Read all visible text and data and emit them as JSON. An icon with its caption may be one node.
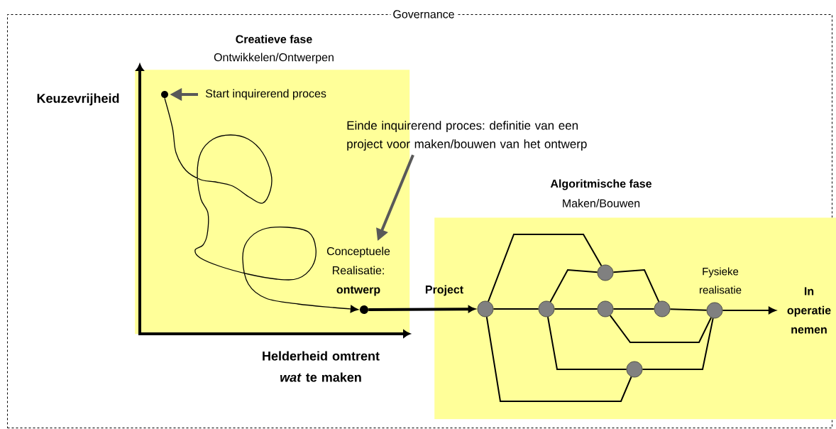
{
  "diagram": {
    "nodes": [
      {
        "text": [
          "Governance"
        ]
      },
      {
        "text": [
          "Creatieve fase",
          "Ontwikkelen/Ontwerpen"
        ],
        "in": 0
      },
      {
        "text": [],
        "shape": "circle",
        "in": 1
      },
      {
        "text": [
          "Start inquirerend proces"
        ],
        "in": 1
      },
      {
        "text": [],
        "shape": "circle",
        "in": 1
      },
      {
        "text": [
          "Einde inquirerend proces: definitie van een project voor maken/bouwen van het ontwerp"
        ],
        "in": 0
      },
      {
        "text": [
          "Conceptuele Realisatie: **ontwerp**"
        ],
        "in": 1
      },
      {
        "text": [
          "Algoritmische fase",
          "Maken/Bouwen"
        ],
        "in": 0
      },
      {
        "text": [],
        "shape": "circle",
        "in": 7
      },
      {
        "text": [],
        "shape": "circle",
        "in": 7
      },
      {
        "text": [],
        "shape": "circle",
        "in": 7
      },
      {
        "text": [],
        "shape": "circle",
        "in": 7
      },
      {
        "text": [],
        "shape": "circle",
        "in": 7,
        "beside": [
          "Fysieke realisatie"
        ]
      },
      {
        "text": [],
        "shape": "circle",
        "in": 7
      },
      {
        "text": [],
        "shape": "circle",
        "in": 7
      },
      {
        "text": [
          "In operatie nemen"
        ],
        "in": 7
      }
    ],
    "edges": [
      {
        "from": 3,
        "to": 2,
        "arrow": "to",
        "style": "thick",
        "color": "#595959"
      },
      {
        "from": 2,
        "to": 4,
        "arrow": "to"
      },
      {
        "from": 5,
        "to": 6,
        "arrow": "to",
        "style": "thick",
        "color": "#595959"
      },
      {
        "from": 4,
        "to": 8,
        "arrow": "to",
        "label": "Project",
        "style": "thick"
      },
      {
        "from": 8,
        "to": 9,
        "arrow": "none"
      },
      {
        "from": 9,
        "to": 10,
        "arrow": "none"
      },
      {
        "from": 10,
        "to": 11,
        "arrow": "none"
      },
      {
        "from": 11,
        "to": 12,
        "arrow": "none"
      },
      {
        "from": 12,
        "to": 15,
        "arrow": "to"
      },
      {
        "from": 8,
        "to": 13,
        "arrow": "none"
      },
      {
        "from": 9,
        "to": 13,
        "arrow": "none"
      },
      {
        "from": 13,
        "to": 11,
        "arrow": "none"
      },
      {
        "from": 10,
        "to": 12,
        "arrow": "none"
      },
      {
        "from": 9,
        "to": 14,
        "arrow": "none"
      },
      {
        "from": 14,
        "to": 12,
        "arrow": "none"
      },
      {
        "from": 8,
        "to": 14,
        "arrow": "none"
      }
    ],
    "labels": [
      "Keuzevrijheid",
      "Helderheid omtrent *wat* te maken"
    ]
  }
}
